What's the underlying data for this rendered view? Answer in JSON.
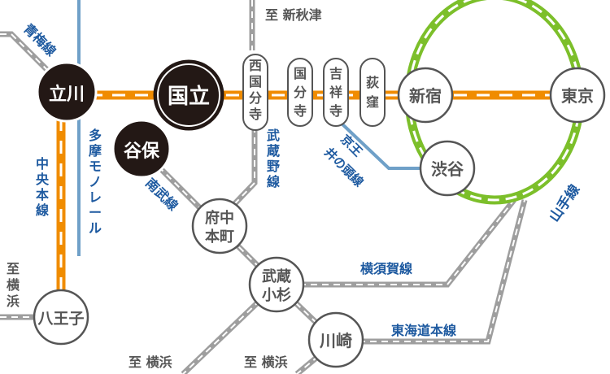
{
  "stations": {
    "tachikawa": "立川",
    "kunitachi": "国立",
    "yaho": "谷保",
    "nishikokubunji": [
      "西",
      "国",
      "分",
      "寺"
    ],
    "kokubunji": [
      "国",
      "分",
      "寺"
    ],
    "kichijoji": [
      "吉",
      "祥",
      "寺"
    ],
    "ogikubo": [
      "荻",
      "窪"
    ],
    "shinjuku": "新宿",
    "tokyo": "東京",
    "shibuya": "渋谷",
    "fuchuhommachi": [
      "府中",
      "本町"
    ],
    "musashikosugi": [
      "武蔵",
      "小杉"
    ],
    "kawasaki": "川崎",
    "hachioji": "八王子"
  },
  "lines": {
    "ome": "青梅線",
    "chuo_honsen": [
      "中",
      "央",
      "本",
      "線"
    ],
    "tama_monorail": [
      "多",
      "摩",
      "モ",
      "ノ",
      "レ",
      "ー",
      "ル"
    ],
    "nambu": "南武線",
    "musashino": [
      "武",
      "蔵",
      "野",
      "線"
    ],
    "keio_inokashira_1": "京王",
    "keio_inokashira_2": "井の頭線",
    "yamanote": "山手線",
    "yokosuka": "横須賀線",
    "tokaido": "東海道本線"
  },
  "destinations": {
    "shin_akitsu": "至 新秋津",
    "yokohama_left": [
      "至",
      "横",
      "浜"
    ],
    "yokohama_bottom_1": "至 横浜",
    "yokohama_bottom_2": "至 横浜"
  },
  "colors": {
    "chuo_line": "#f08c00",
    "yamanote_line": "#7cbf2a",
    "gray_line": "#9e9e9e",
    "monorail": "#6fa0c8",
    "label_blue": "#1e5aa0",
    "highlight_station": "#231815"
  }
}
